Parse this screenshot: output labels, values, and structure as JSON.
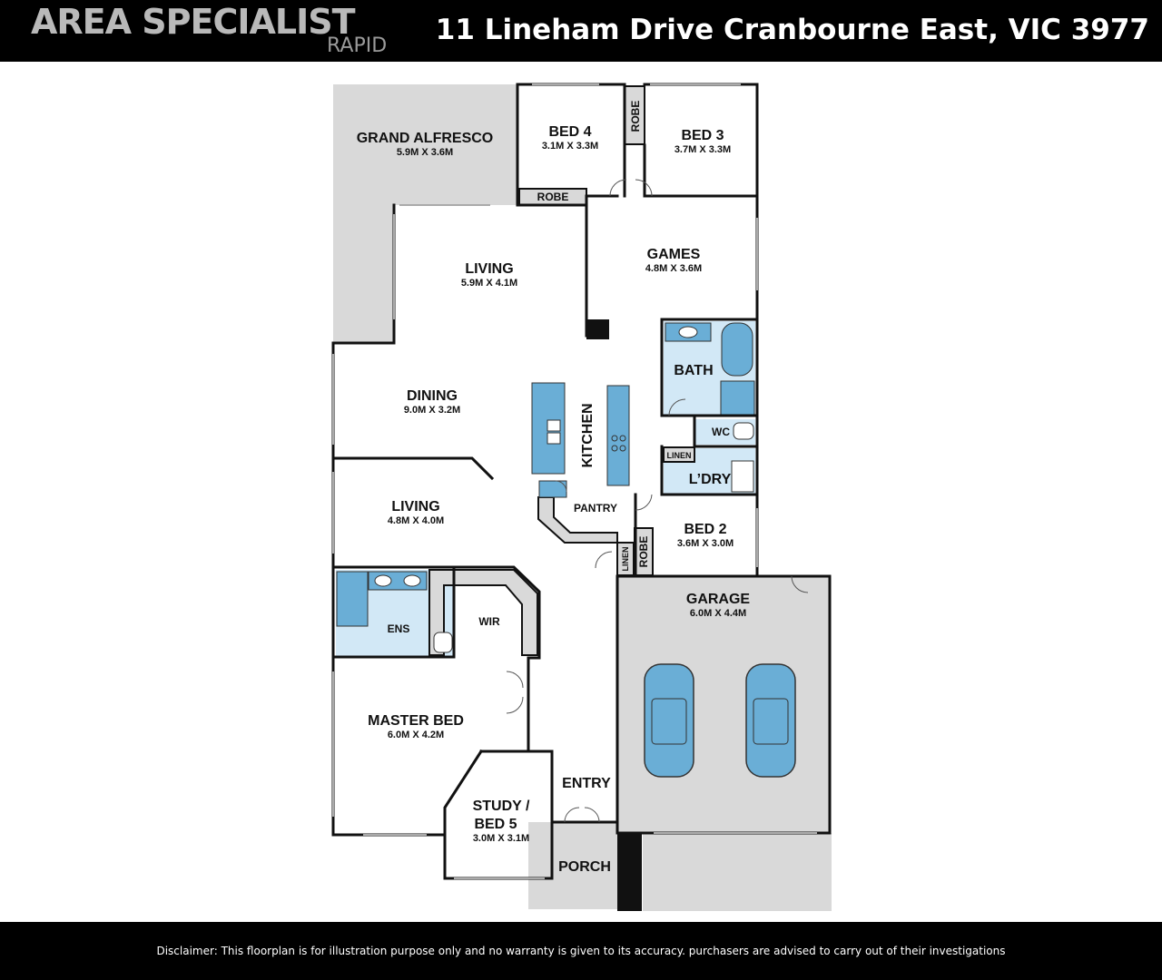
{
  "header": {
    "brand": "AREA SPECIALIST",
    "brand_sub": "RAPID",
    "address": "11 Lineham Drive Cranbourne East, VIC 3977"
  },
  "rooms": {
    "grand_alfresco": {
      "name": "GRAND ALFRESCO",
      "size": "5.9M X 3.6M"
    },
    "bed4": {
      "name": "BED 4",
      "size": "3.1M X 3.3M"
    },
    "bed3": {
      "name": "BED 3",
      "size": "3.7M X 3.3M"
    },
    "robe_bed4_bottom": {
      "name": "ROBE"
    },
    "robe_bed4_side": {
      "name": "ROBE"
    },
    "living_top": {
      "name": "LIVING",
      "size": "5.9M X 4.1M"
    },
    "games": {
      "name": "GAMES",
      "size": "4.8M X 3.6M"
    },
    "bath": {
      "name": "BATH"
    },
    "dining": {
      "name": "DINING",
      "size": "9.0M X 3.2M"
    },
    "kitchen": {
      "name": "KITCHEN"
    },
    "wc": {
      "name": "WC"
    },
    "linen_laundry": {
      "name": "LINEN"
    },
    "laundry": {
      "name": "L’DRY"
    },
    "living_mid": {
      "name": "LIVING",
      "size": "4.8M X 4.0M"
    },
    "pantry": {
      "name": "PANTRY"
    },
    "bed2": {
      "name": "BED 2",
      "size": "3.6M X 3.0M"
    },
    "linen_hall": {
      "name": "LINEN"
    },
    "robe_bed2": {
      "name": "ROBE"
    },
    "garage": {
      "name": "GARAGE",
      "size": "6.0M X 4.4M"
    },
    "ens": {
      "name": "ENS"
    },
    "wir": {
      "name": "WIR"
    },
    "master_bed": {
      "name": "MASTER BED",
      "size": "6.0M X 4.2M"
    },
    "entry": {
      "name": "ENTRY"
    },
    "study": {
      "name": "STUDY /",
      "name2": "BED 5",
      "size": "3.0M X 3.1M"
    },
    "porch": {
      "name": "PORCH"
    }
  },
  "footer": {
    "disclaimer": "Disclaimer: This floorplan is for illustration purpose only and no warranty is given to its accuracy. purchasers are advised to carry out of their investigations"
  },
  "colors": {
    "header_bg": "#000000",
    "outdoor_grey": "#d9d9d9",
    "wet_area": "#d2e8f6",
    "fixture_blue": "#6aaed6",
    "wall": "#111111"
  }
}
